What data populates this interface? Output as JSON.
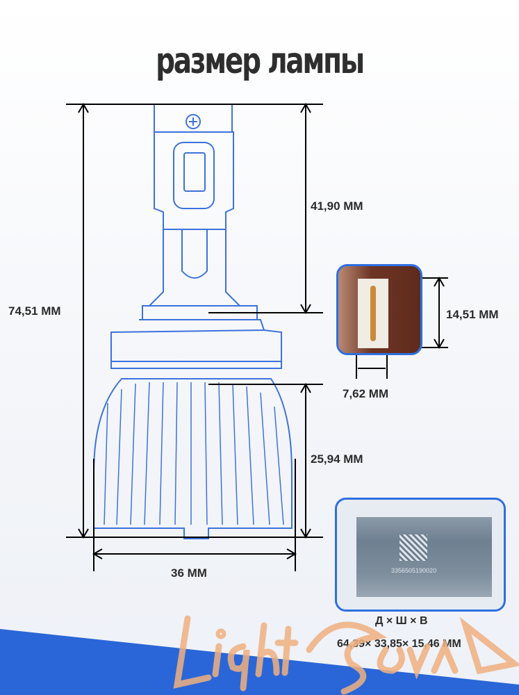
{
  "title": "размер лампы",
  "dimensions": {
    "total_height": "74,51 MM",
    "upper_height": "41,90 MM",
    "lower_height": "25,94 MM",
    "width": "36 MM",
    "chip_height": "14,51 MM",
    "chip_width": "7,62 MM"
  },
  "driver": {
    "serial": "3356505190020",
    "dims_header": "Д × Ш × В",
    "dims_values": "64,39× 33,85× 15,46 MM"
  },
  "logo_text": "Light & Sound",
  "colors": {
    "outline": "#3d72dc",
    "accent": "#2a66d8",
    "logo": "#f0b080"
  }
}
